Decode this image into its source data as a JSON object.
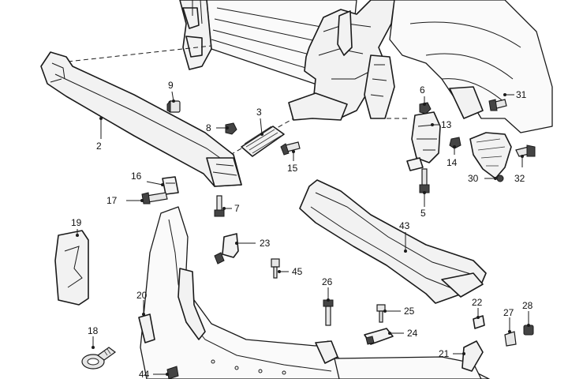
{
  "callouts": [
    {
      "id": "c1",
      "text": "2"
    },
    {
      "id": "c2",
      "text": "9"
    },
    {
      "id": "c3",
      "text": "3"
    },
    {
      "id": "c4",
      "text": "8"
    },
    {
      "id": "c5",
      "text": "6"
    },
    {
      "id": "c6",
      "text": "13"
    },
    {
      "id": "c7",
      "text": "31"
    },
    {
      "id": "c8",
      "text": "15"
    },
    {
      "id": "c9",
      "text": "14"
    },
    {
      "id": "c10",
      "text": "30"
    },
    {
      "id": "c11",
      "text": "32"
    },
    {
      "id": "c12",
      "text": "16"
    },
    {
      "id": "c13",
      "text": "17"
    },
    {
      "id": "c14",
      "text": "7"
    },
    {
      "id": "c15",
      "text": "5"
    },
    {
      "id": "c16",
      "text": "19"
    },
    {
      "id": "c17",
      "text": "23"
    },
    {
      "id": "c18",
      "text": "43"
    },
    {
      "id": "c19",
      "text": "45"
    },
    {
      "id": "c20",
      "text": "26"
    },
    {
      "id": "c21",
      "text": "20"
    },
    {
      "id": "c22",
      "text": "25"
    },
    {
      "id": "c23",
      "text": "22"
    },
    {
      "id": "c24",
      "text": "27"
    },
    {
      "id": "c25",
      "text": "28"
    },
    {
      "id": "c26",
      "text": "24"
    },
    {
      "id": "c27",
      "text": "18"
    },
    {
      "id": "c28",
      "text": "21"
    },
    {
      "id": "c29",
      "text": "44"
    }
  ]
}
